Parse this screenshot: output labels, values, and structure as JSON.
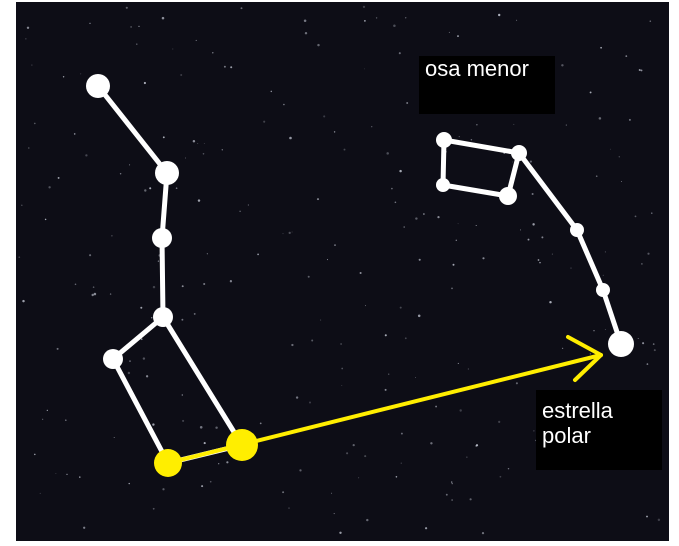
{
  "labels": {
    "ursa_minor": "osa menor",
    "polar_star_line1": "estrella",
    "polar_star_line2": "polar"
  },
  "colors": {
    "sky": "#0d0d16",
    "constellation": "#ffffff",
    "pointer": "#ffee00",
    "label_background": "#000000",
    "label_text": "#ffffff"
  }
}
